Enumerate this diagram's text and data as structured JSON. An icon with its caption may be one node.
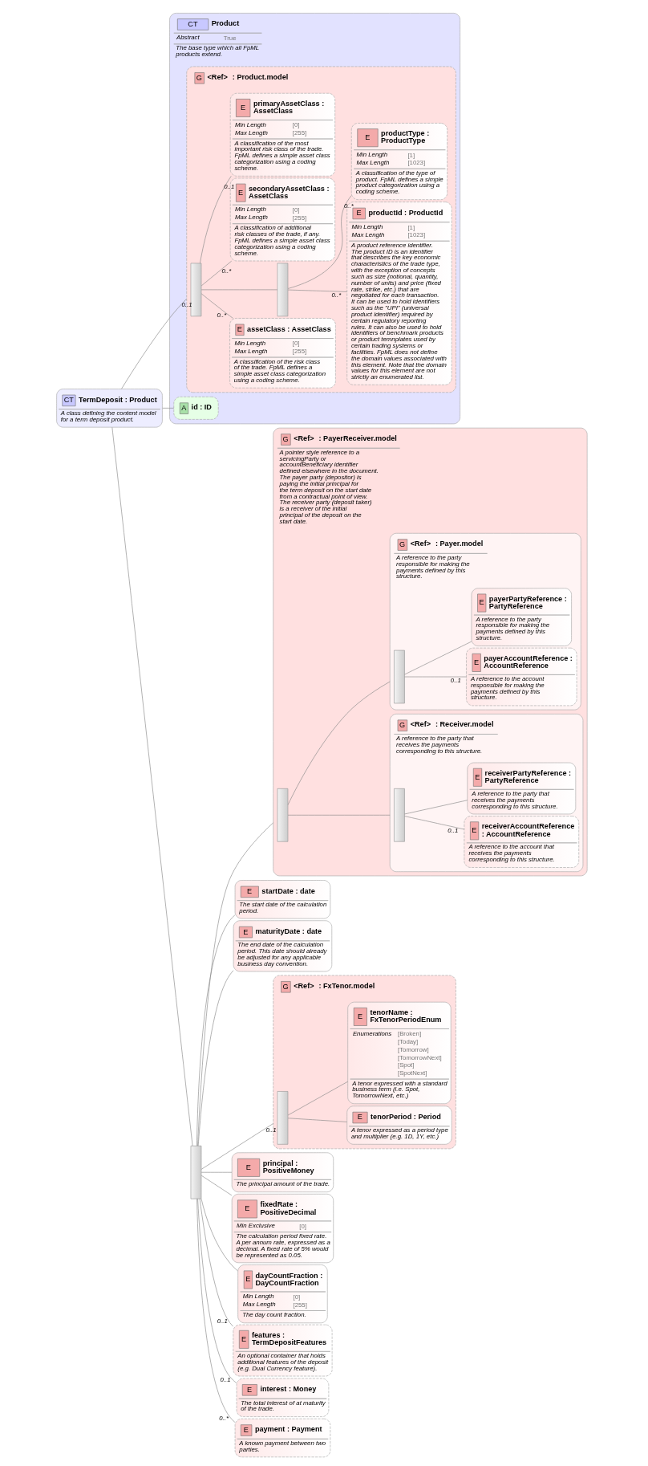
{
  "diagram": {
    "nodes": [
      {
        "text": [
          "CT",
          "TermDeposit : Product",
          "A class defining the content model for a term deposit product."
        ]
      },
      {
        "text": [
          "CT",
          "Product",
          "Abstract",
          "True",
          "The base type which all FpML products extend."
        ]
      },
      {
        "text": [
          "A",
          "id : ID"
        ],
        "in": 1
      },
      {
        "text": [
          "G",
          "<Ref>",
          ": Product.model"
        ],
        "in": 1
      },
      {
        "text": [],
        "shape": "bar",
        "in": 3
      },
      {
        "text": [
          "E",
          "primaryAssetClass : AssetClass",
          "Min Length",
          "[0]",
          "Max Length",
          "[255]",
          "A classification of the most important risk class of the trade. FpML defines a simple asset class categorization using a coding scheme."
        ],
        "in": 3
      },
      {
        "text": [
          "E",
          "secondaryAssetClass : AssetClass",
          "Min Length",
          "[0]",
          "Max Length",
          "[255]",
          "A classification of additional risk classes of the trade, if any. FpML defines a simple asset class categorization using a coding scheme."
        ],
        "in": 3
      },
      {
        "text": [],
        "shape": "bar",
        "in": 3
      },
      {
        "text": [
          "E",
          "productType : ProductType",
          "Min Length",
          "[1]",
          "Max Length",
          "[1023]",
          "A classification of the type of product. FpML defines a simple product categorization using a coding scheme."
        ],
        "in": 3
      },
      {
        "text": [
          "E",
          "productId : ProductId",
          "Min Length",
          "[1]",
          "Max Length",
          "[1023]",
          "A product reference identifier. The product ID is an identifier that describes the key economic characteristics of the trade type, with the exception of concepts such as size (notional, quantity, number of units) and price (fixed rate, strike, etc.) that are negotiated for each transaction. It can be used to hold identifiers such as the \"UPI\" (universal product identifier) required by certain regulatory reporting rules. It can also be used to hold identifiers of benchmark products or product temnplates used by certain trading systems or facilities. FpML does not define the domain values associated with this element. Note that the domain values for this element are not strictly an enumerated list."
        ],
        "in": 3
      },
      {
        "text": [
          "E",
          "assetClass : AssetClass",
          "Min Length",
          "[0]",
          "Max Length",
          "[255]",
          "A classification of the risk class of the trade. FpML defines a simple asset class categorization using a coding scheme."
        ],
        "in": 3
      },
      {
        "text": [],
        "shape": "bar"
      },
      {
        "text": [
          "G",
          "<Ref>",
          ": PayerReceiver.model",
          "A pointer style reference to a servicingParty or accountBeneficiary identifier defined elsewhere in the document. The payer party (depositor) is paying the initial principal for the term deposit on the start date from a contractual point of view. The receiver party (deposit taker) is a receiver of the initial principal of the deposit on the start date."
        ]
      },
      {
        "text": [],
        "shape": "bar",
        "in": 12
      },
      {
        "text": [
          "G",
          "<Ref>",
          ": Payer.model",
          "A reference to the party responsible for making the payments defined by this structure."
        ],
        "in": 12
      },
      {
        "text": [],
        "shape": "bar",
        "in": 14
      },
      {
        "text": [
          "E",
          "payerPartyReference : PartyReference",
          "A reference to the party responsible for making the payments defined by this structure."
        ],
        "in": 14
      },
      {
        "text": [
          "E",
          "payerAccountReference : AccountReference",
          "A reference to the account responsible for making the payments defined by this structure."
        ],
        "in": 14
      },
      {
        "text": [
          "G",
          "<Ref>",
          ": Receiver.model",
          "A reference to the party that receives the payments corresponding to this structure."
        ],
        "in": 12
      },
      {
        "text": [],
        "shape": "bar",
        "in": 18
      },
      {
        "text": [
          "E",
          "receiverPartyReference : PartyReference",
          "A reference to the party that receives the payments corresponding to this structure."
        ],
        "in": 18
      },
      {
        "text": [
          "E",
          "receiverAccountReference : AccountReference",
          "A reference to the account that receives the payments corresponding to this structure."
        ],
        "in": 18
      },
      {
        "text": [
          "E",
          "startDate : date",
          "The start date of the calculation period."
        ]
      },
      {
        "text": [
          "E",
          "maturityDate : date",
          "The end date of the calculation period. This date should already be adjusted for any applicable business day convention."
        ]
      },
      {
        "text": [
          "G",
          "<Ref>",
          ": FxTenor.model"
        ]
      },
      {
        "text": [],
        "shape": "bar",
        "in": 24
      },
      {
        "text": [
          "E",
          "tenorName : FxTenorPeriodEnum",
          "Enumerations",
          "[Broken]",
          "[Today]",
          "[Tomorrow]",
          "[TomorrowNext]",
          "[Spot]",
          "[SpotNext]",
          "A tenor expressed with a standard business term (i.e. Spot, TomorrowNext, etc.)"
        ],
        "in": 24
      },
      {
        "text": [
          "E",
          "tenorPeriod : Period",
          "A tenor expressed as a period type and multiplier (e.g. 1D, 1Y, etc.)"
        ],
        "in": 24
      },
      {
        "text": [
          "E",
          "principal : PositiveMoney",
          "The principal amount of the trade."
        ]
      },
      {
        "text": [
          "E",
          "fixedRate : PositiveDecimal",
          "Min Exclusive",
          "[0]",
          "The calculation period fixed rate. A per annum rate, expressed as a decimal. A fixed rate of 5% would be represented as 0.05."
        ]
      },
      {
        "text": [
          "E",
          "dayCountFraction : DayCountFraction",
          "Min Length",
          "[0]",
          "Max Length",
          "[255]",
          "The day count fraction."
        ]
      },
      {
        "text": [
          "E",
          "features : TermDepositFeatures",
          "An optional container that holds additional features of the deposit (e.g. Dual Currency feature)."
        ]
      },
      {
        "text": [
          "E",
          "interest : Money",
          "The total interest of at maturity of the trade."
        ]
      },
      {
        "text": [
          "E",
          "payment : Payment",
          "A known payment between two parties."
        ]
      }
    ],
    "edges": [
      {
        "from": 0,
        "to": 2,
        "arrow": "none"
      },
      {
        "from": 0,
        "to": 3,
        "arrow": "none",
        "label": "0..1"
      },
      {
        "from": 0,
        "to": 11,
        "arrow": "none"
      },
      {
        "from": 4,
        "to": 5,
        "arrow": "none",
        "label": "0..1"
      },
      {
        "from": 4,
        "to": 6,
        "arrow": "none",
        "label": "0..*"
      },
      {
        "from": 4,
        "to": 7,
        "arrow": "none"
      },
      {
        "from": 7,
        "to": 8,
        "arrow": "none",
        "label": "0..*"
      },
      {
        "from": 7,
        "to": 9,
        "arrow": "none",
        "label": "0..*"
      },
      {
        "from": 4,
        "to": 10,
        "arrow": "none",
        "label": "0..*"
      },
      {
        "from": 11,
        "to": 12,
        "arrow": "none"
      },
      {
        "from": 13,
        "to": 14,
        "arrow": "none"
      },
      {
        "from": 15,
        "to": 16,
        "arrow": "none"
      },
      {
        "from": 15,
        "to": 17,
        "arrow": "none",
        "label": "0..1"
      },
      {
        "from": 13,
        "to": 18,
        "arrow": "none"
      },
      {
        "from": 19,
        "to": 20,
        "arrow": "none"
      },
      {
        "from": 19,
        "to": 21,
        "arrow": "none",
        "label": "0..1"
      },
      {
        "from": 11,
        "to": 22,
        "arrow": "none"
      },
      {
        "from": 11,
        "to": 23,
        "arrow": "none"
      },
      {
        "from": 11,
        "to": 24,
        "arrow": "none",
        "label": "0..1"
      },
      {
        "from": 25,
        "to": 26,
        "arrow": "none"
      },
      {
        "from": 25,
        "to": 27,
        "arrow": "none"
      },
      {
        "from": 11,
        "to": 28,
        "arrow": "none"
      },
      {
        "from": 11,
        "to": 29,
        "arrow": "none"
      },
      {
        "from": 11,
        "to": 30,
        "arrow": "none"
      },
      {
        "from": 11,
        "to": 31,
        "arrow": "none",
        "label": "0..1"
      },
      {
        "from": 11,
        "to": 32,
        "arrow": "none",
        "label": "0..1"
      },
      {
        "from": 11,
        "to": 33,
        "arrow": "none",
        "label": "0..*"
      }
    ]
  }
}
